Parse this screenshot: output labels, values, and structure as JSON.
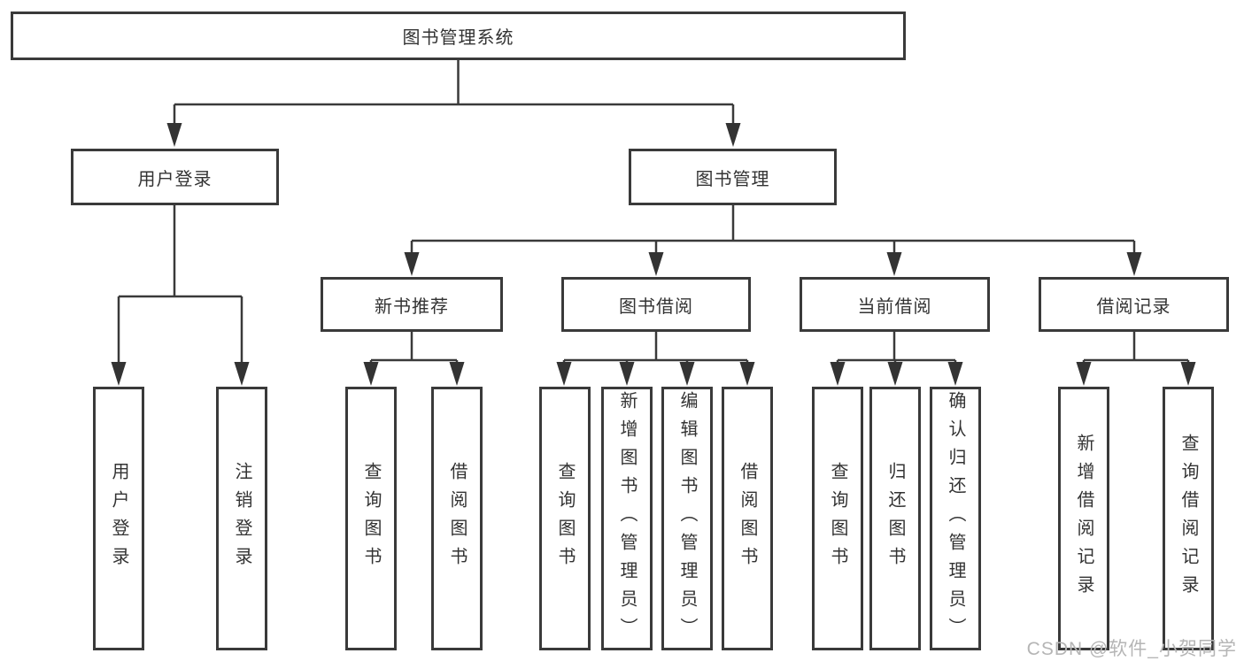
{
  "diagram": {
    "root": {
      "label": "图书管理系统"
    },
    "branches": [
      {
        "label": "用户登录",
        "children": [
          {
            "label": "用户登录"
          },
          {
            "label": "注销登录"
          }
        ]
      },
      {
        "label": "图书管理",
        "children": [
          {
            "label": "新书推荐",
            "children": [
              {
                "label": "查询图书"
              },
              {
                "label": "借阅图书"
              }
            ]
          },
          {
            "label": "图书借阅",
            "children": [
              {
                "label": "查询图书"
              },
              {
                "label": "新增图书（管理员）"
              },
              {
                "label": "编辑图书（管理员）"
              },
              {
                "label": "借阅图书"
              }
            ]
          },
          {
            "label": "当前借阅",
            "children": [
              {
                "label": "查询图书"
              },
              {
                "label": "归还图书"
              },
              {
                "label": "确认归还（管理员）"
              }
            ]
          },
          {
            "label": "借阅记录",
            "children": [
              {
                "label": "新增借阅记录"
              },
              {
                "label": "查询借阅记录"
              }
            ]
          }
        ]
      }
    ],
    "watermark": "CSDN @软件_小贺同学",
    "colors": {
      "line": "#3a3a3a",
      "box_border": "#3a3a3a",
      "text": "#333333",
      "watermark": "#b5b5b5",
      "background": "#ffffff"
    }
  }
}
